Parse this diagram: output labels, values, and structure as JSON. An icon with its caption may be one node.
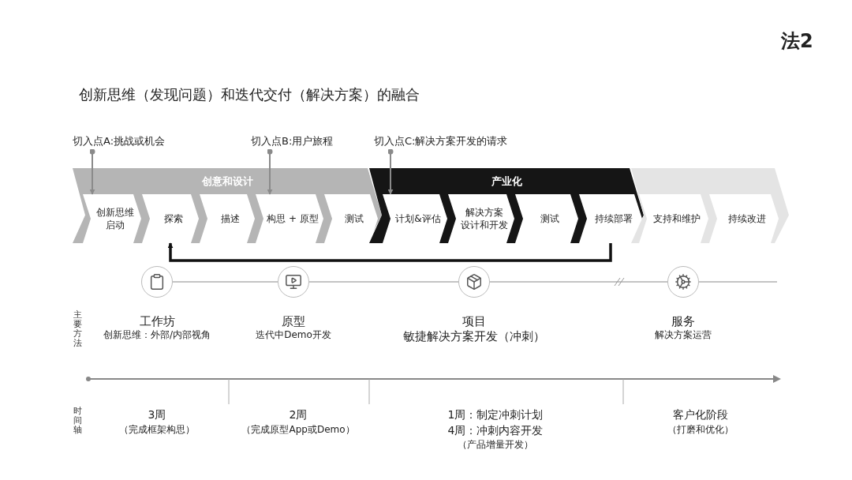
{
  "diagram": {
    "title": "创新思维（发现问题）和迭代交付（解决方案）的融合",
    "nodes": [
      {
        "text": [
          "切入点A:挑战或机会"
        ]
      },
      {
        "text": [
          "切入点B:用户旅程"
        ]
      },
      {
        "text": [
          "切入点C:解决方案开发的请求"
        ]
      },
      {
        "text": [
          "创意和设计"
        ]
      },
      {
        "text": [
          "创新思维",
          "启动"
        ],
        "in": 3
      },
      {
        "text": [
          "探索"
        ],
        "in": 3
      },
      {
        "text": [
          "描述"
        ],
        "in": 3
      },
      {
        "text": [
          "构思 + 原型"
        ],
        "in": 3
      },
      {
        "text": [
          "测试"
        ],
        "in": 3
      },
      {
        "text": [
          "产业化"
        ]
      },
      {
        "text": [
          "计划&评估"
        ],
        "in": 9
      },
      {
        "text": [
          "解决方案",
          "设计和开发"
        ],
        "in": 9
      },
      {
        "text": [
          "测试"
        ],
        "in": 9
      },
      {
        "text": [
          "持续部署"
        ],
        "in": 9
      },
      {
        "text": [],
        "shape": "band"
      },
      {
        "text": [
          "支持和维护"
        ],
        "in": 14
      },
      {
        "text": [
          "持续改进"
        ],
        "in": 14
      },
      {
        "text": [],
        "shape": "circle",
        "beside": [
          "工作坊",
          "创新思维：外部/内部视角"
        ]
      },
      {
        "text": [],
        "shape": "circle",
        "beside": [
          "原型",
          "迭代中Demo开发"
        ]
      },
      {
        "text": [],
        "shape": "circle",
        "beside": [
          "项目",
          "敏捷解决方案开发（冲刺）"
        ]
      },
      {
        "text": [],
        "shape": "circle",
        "beside": [
          "服务",
          "解决方案运营"
        ]
      }
    ],
    "edges": [
      {
        "from": 0,
        "to": 4,
        "arrow": "to"
      },
      {
        "from": 1,
        "to": 7,
        "arrow": "to"
      },
      {
        "from": 2,
        "to": 10,
        "arrow": "to"
      },
      {
        "from": 13,
        "to": 5,
        "arrow": "to",
        "style": "thick",
        "color": "#111111"
      },
      {
        "from": 17,
        "to": 18,
        "arrow": "none"
      },
      {
        "from": 18,
        "to": 19,
        "arrow": "none"
      },
      {
        "from": 19,
        "to": 20,
        "arrow": "none"
      },
      {
        "from": 20,
        "to": null,
        "arrow": "none"
      }
    ],
    "labels": [
      "法2",
      "主要方法",
      "时间轴",
      "3周",
      "（完成框架构思）",
      "2周",
      "（完成原型App或Demo）",
      "1周：制定冲刺计划",
      "4周：冲刺内容开发",
      "（产品增量开发）",
      "客户化阶段",
      "（打磨和优化）"
    ]
  }
}
